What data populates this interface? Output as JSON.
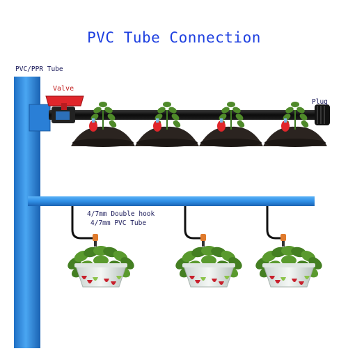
{
  "title": "PVC Tube Connection",
  "labels": {
    "pvc_ppr_tube": "PVC/PPR Tube",
    "valve": "Valve",
    "plug": "Plug",
    "double_hook": "4/7mm Double hook",
    "pvc_tube": "4/7mm PVC Tube"
  },
  "colors": {
    "title": "#1d3fe0",
    "main_pipe": "#2f8fe6",
    "black_tube": "#141414",
    "valve_red": "#e0262b",
    "soil": "#2b2420",
    "leaf": "#4f8a2a",
    "pot": "#e6ece8",
    "strawberry": "#c8202c"
  },
  "counts": {
    "ground_plants": 4,
    "hanging_pots": 3
  }
}
